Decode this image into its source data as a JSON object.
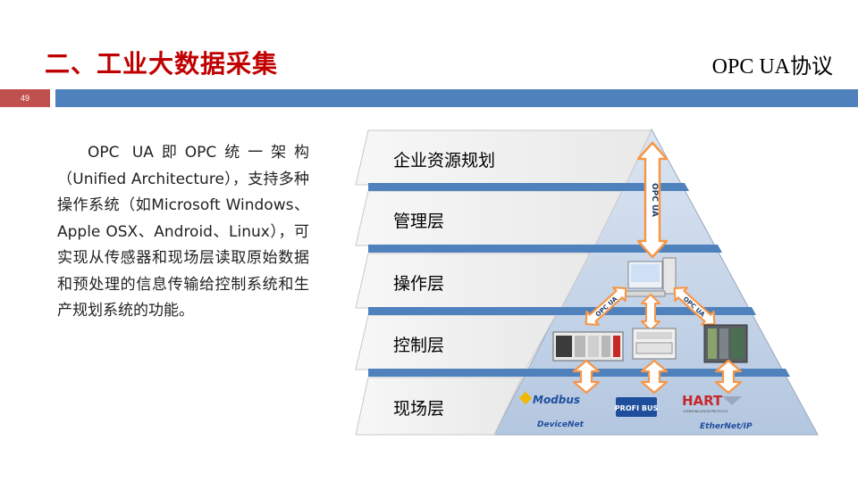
{
  "slide": {
    "title": "二、工业大数据采集",
    "subtitle": "OPC UA协议",
    "page_number": "49"
  },
  "description": "OPC UA即OPC统一架构（Unified Architecture），支持多种操作系统（如Microsoft Windows、Apple OSX、Android、Linux），可实现从传感器和现场层读取原始数据和预处理的信息传输给控制系统和生产规划系统的功能。",
  "pyramid": {
    "layers": [
      "企业资源规划",
      "管理层",
      "操作层",
      "控制层",
      "现场层"
    ],
    "arrow_label": "OPC UA",
    "protocols": [
      "Modbus",
      "DeviceNet",
      "PROFI BUS",
      "HART",
      "COMMUNICATION PROTOCOL",
      "EtherNet/IP"
    ]
  },
  "colors": {
    "title": "#c00000",
    "bar": "#4f81bd",
    "page_box": "#c0504d",
    "pyramid_fill": "#c5d3e8",
    "separator": "#4f81bd",
    "arrow": "#f79646"
  }
}
